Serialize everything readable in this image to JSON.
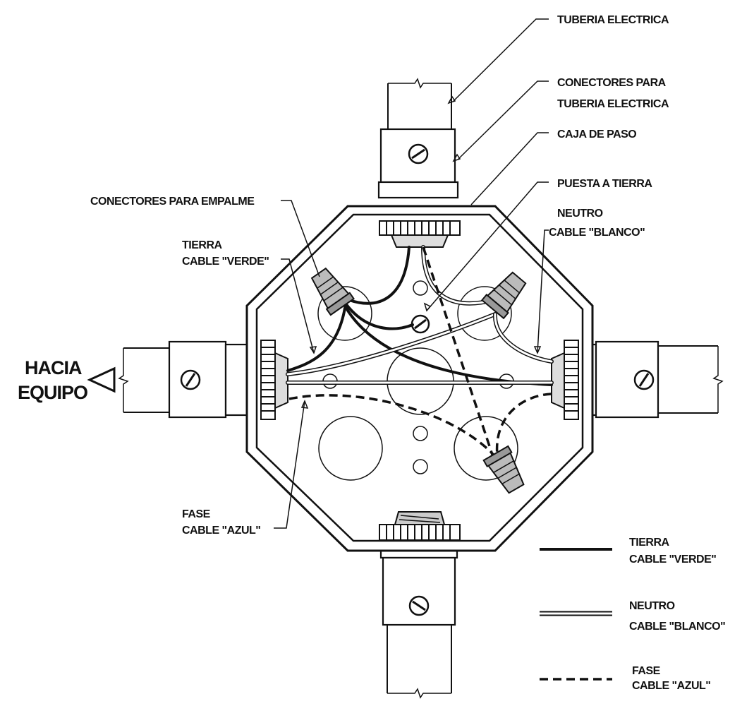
{
  "labels": {
    "tuberia_electrica": "TUBERIA ELECTRICA",
    "conectores_tuberia_1": "CONECTORES PARA",
    "conectores_tuberia_2": "TUBERIA ELECTRICA",
    "caja_de_paso": "CAJA DE PASO",
    "puesta_a_tierra": "PUESTA A TIERRA",
    "conectores_empalme": "CONECTORES PARA EMPALME",
    "neutro_1": "NEUTRO",
    "neutro_2": "CABLE \"BLANCO\"",
    "tierra_1": "TIERRA",
    "tierra_2": "CABLE \"VERDE\"",
    "hacia_1": "HACIA",
    "hacia_2": "EQUIPO",
    "fase_1": "FASE",
    "fase_2": "CABLE \"AZUL\""
  },
  "legend": [
    {
      "line1": "TIERRA",
      "line2": "CABLE \"VERDE\"",
      "style": "solid-black"
    },
    {
      "line1": "NEUTRO",
      "line2": "CABLE \"BLANCO\"",
      "style": "double-line"
    },
    {
      "line1": "FASE",
      "line2": "CABLE \"AZUL\"",
      "style": "dashed"
    }
  ]
}
